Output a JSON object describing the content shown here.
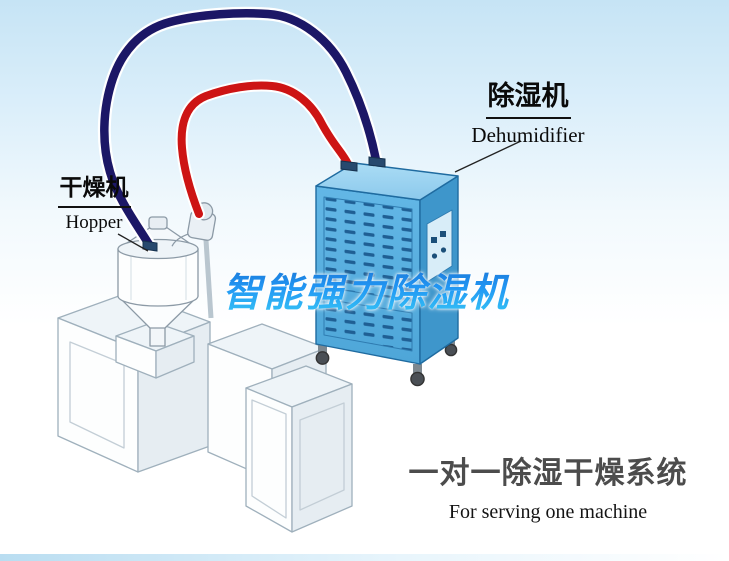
{
  "poster": {
    "hopper_label": {
      "zh": "干燥机",
      "en": "Hopper"
    },
    "dehumidifier_label": {
      "zh": "除湿机",
      "en": "Dehumidifier"
    },
    "main_title": "智能强力除湿机",
    "system_caption": {
      "zh": "一对一除湿干燥系统",
      "en": "For serving one machine"
    }
  },
  "colors": {
    "pipe_red": "#cd1414",
    "pipe_navy": "#1c1766",
    "machine_front_blue": "#58b0e0",
    "machine_side_blue": "#3e96cb",
    "machine_top_blue": "#9ed3f0",
    "title_gradient_top": "#1a6fd0",
    "title_gradient_bottom": "#38c9f6",
    "background_top": "#c6e4f5"
  },
  "scene": {
    "parts": [
      "extruder-machine",
      "hopper-dryer-machine",
      "dehumidifier-machine",
      "pipe-navy",
      "pipe-red"
    ]
  }
}
